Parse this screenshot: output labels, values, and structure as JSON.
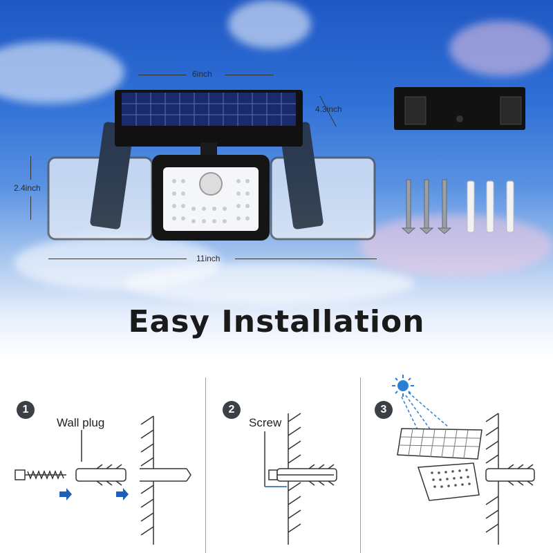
{
  "dimensions": {
    "width_label": "6inch",
    "depth_label": "4.3inch",
    "height_label": "2.4inch",
    "length_label": "11inch"
  },
  "title": "Easy Installation",
  "steps": [
    {
      "number": "1",
      "label": "Wall plug"
    },
    {
      "number": "2",
      "label": "Screw"
    },
    {
      "number": "3",
      "label": ""
    }
  ],
  "colors": {
    "sky_top": "#1f58c4",
    "step_badge": "#3b3f46",
    "arrow_blue": "#1e5fb8",
    "sun": "#2b7fd4"
  }
}
